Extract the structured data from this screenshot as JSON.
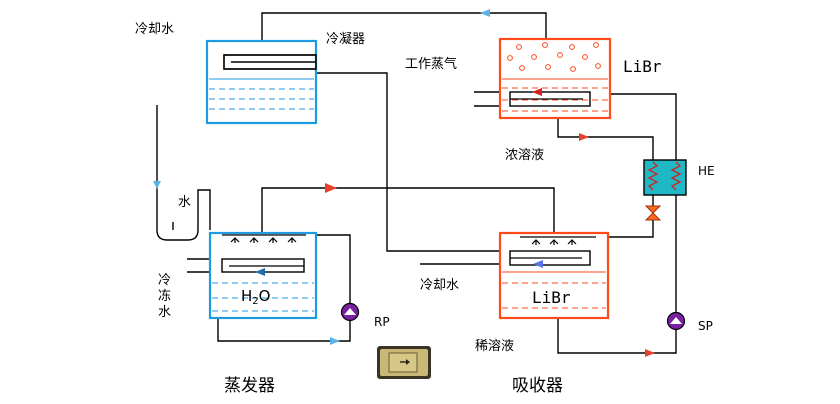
{
  "labels": {
    "cooling_water_top": "冷却水",
    "condenser": "冷凝器",
    "working_vapor": "工作蒸气",
    "libr_generator": "LiBr",
    "strong_solution": "浓溶液",
    "he": "HE",
    "water": "水",
    "chilled_water": [
      "冷",
      "冻",
      "水"
    ],
    "h2o": [
      "H",
      "2",
      "O"
    ],
    "rp": "RP",
    "cooling_water_absorber": "冷却水",
    "libr_absorber": "LiBr",
    "sp": "SP",
    "weak_solution": "稀溶液",
    "evaporator": "蒸发器",
    "absorber": "吸收器"
  },
  "icons": {
    "play_button": "play-button-icon"
  },
  "colors": {
    "blue_vessel": "#1e9be0",
    "red_vessel": "#ff4a1a",
    "line": "#000000",
    "arrow_red": "#e8402a",
    "arrow_blue": "#5cb2e8",
    "pump": "#7a1fa2",
    "he_fill": "#1fb8c4",
    "valve": "#ff6a1a",
    "button_face": "#c9b878"
  }
}
